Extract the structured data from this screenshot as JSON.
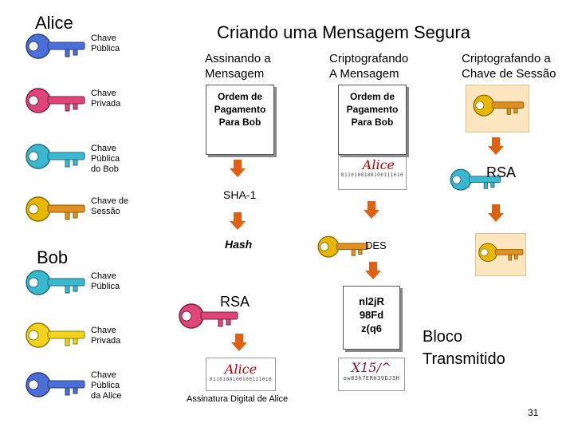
{
  "title": "Criando uma Mensagem Segura",
  "alice_label": "Alice",
  "bob_label": "Bob",
  "alice_keys": {
    "public": "Chave\nPública",
    "private": "Chave\nPrivada",
    "bob_public": "Chave\nPública\ndo Bob",
    "session": "Chave de\nSessão"
  },
  "bob_keys": {
    "public": "Chave\nPública",
    "private": "Chave\nPrivada",
    "alice_public": "Chave\nPública\nda Alice"
  },
  "columns": {
    "sign": "Assinando a\nMensagem",
    "encrypt_msg": "Criptografando\nA Mensagem",
    "encrypt_key": "Criptografando a\nChave de Sessão"
  },
  "document_text": "Ordem de\nPagamento\nPara Bob",
  "signature_name": "Alice",
  "signature_bits": "0110100100100111010",
  "sha_label": "SHA-1",
  "hash_label": "Hash",
  "rsa_label_sign": "RSA",
  "rsa_label_key": "RSA",
  "des_label": "DES",
  "cipher_text": "nl2jR\n98Fd\nz(q6",
  "cipher_block_text": "X15/^",
  "cipher_block_bits": "ow83h7ERH39DJ3H",
  "digital_signature_caption": "Assinatura Digital de Alice",
  "block_label": "Bloco\nTransmitido",
  "page_number": "31",
  "colors": {
    "key_blue": "#4a6fd8",
    "key_pink": "#e0457a",
    "key_cyan": "#39b8cf",
    "key_yellow": "#e6b800",
    "key_orange": "#e09020",
    "arrow_orange": "#e06010",
    "signature_red": "#c00000"
  }
}
